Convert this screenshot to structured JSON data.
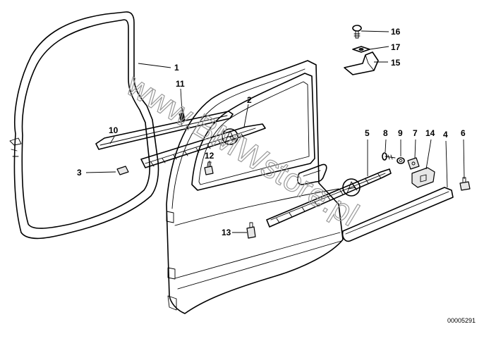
{
  "watermark": "www.BMWstore.pl",
  "document_id": "00005291",
  "callouts": {
    "c1": "1",
    "c2": "2",
    "c3": "3",
    "c4": "4",
    "c5": "5",
    "c6": "6",
    "c7": "7",
    "c8": "8",
    "c9": "9",
    "c10": "10",
    "c11": "11",
    "c12": "12",
    "c13": "13",
    "c14": "14",
    "c15": "15",
    "c16": "16",
    "c17": "17"
  }
}
